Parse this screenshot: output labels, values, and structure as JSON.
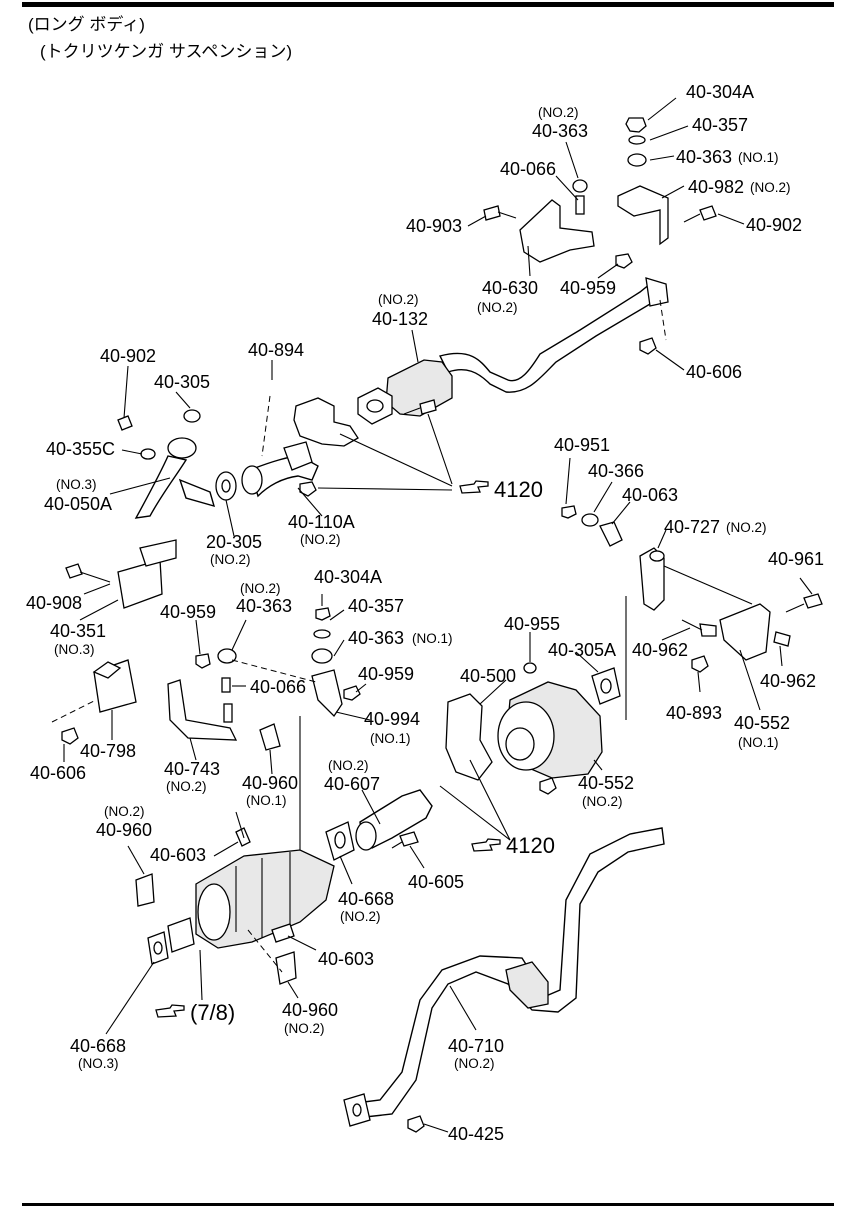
{
  "header": {
    "line1": "(ロング ボディ)",
    "line2": "(トクリツケンガ サスペンション)"
  },
  "labels": {
    "p40_304A_top": "40-304A",
    "p40_357_top": "40-357",
    "p40_363_no1_top": "40-363",
    "p40_363_no1_top_sub": "(NO.1)",
    "p40_982": "40-982",
    "p40_982_sub": "(NO.2)",
    "p40_363_no2_top_sub": "(NO.2)",
    "p40_363_no2_top": "40-363",
    "p40_066_top": "40-066",
    "p40_903": "40-903",
    "p40_902_right": "40-902",
    "p40_630": "40-630",
    "p40_630_sub": "(NO.2)",
    "p40_959_top": "40-959",
    "p40_132_sub": "(NO.2)",
    "p40_132": "40-132",
    "p40_606_top": "40-606",
    "p40_902_left": "40-902",
    "p40_305": "40-305",
    "p40_894": "40-894",
    "p40_355C": "40-355C",
    "p40_050A_sub": "(NO.3)",
    "p40_050A": "40-050A",
    "ref4120_top": "4120",
    "p40_110A": "40-110A",
    "p40_110A_sub": "(NO.2)",
    "p20_305": "20-305",
    "p20_305_sub": "(NO.2)",
    "p40_951": "40-951",
    "p40_366": "40-366",
    "p40_063": "40-063",
    "p40_727": "40-727",
    "p40_727_sub": "(NO.2)",
    "p40_961": "40-961",
    "p40_908": "40-908",
    "p40_351": "40-351",
    "p40_351_sub": "(NO.3)",
    "p40_363_no2_mid_sub": "(NO.2)",
    "p40_363_no2_mid": "40-363",
    "p40_304A_mid": "40-304A",
    "p40_357_mid": "40-357",
    "p40_959_mid": "40-959",
    "p40_363_no1_mid": "40-363",
    "p40_363_no1_mid_sub": "(NO.1)",
    "p40_955": "40-955",
    "p40_305A": "40-305A",
    "p40_962_a": "40-962",
    "p40_962_b": "40-962",
    "p40_066_mid": "40-066",
    "p40_959_mid2": "40-959",
    "p40_500": "40-500",
    "p40_893": "40-893",
    "p40_552_no1": "40-552",
    "p40_552_no1_sub": "(NO.1)",
    "p40_798": "40-798",
    "p40_994": "40-994",
    "p40_994_sub": "(NO.1)",
    "p40_606_mid": "40-606",
    "p40_743": "40-743",
    "p40_743_sub": "(NO.2)",
    "p40_960_no1": "40-960",
    "p40_960_no1_sub": "(NO.1)",
    "p40_607_sub": "(NO.2)",
    "p40_607": "40-607",
    "p40_552_no2": "40-552",
    "p40_552_no2_sub": "(NO.2)",
    "p40_960_no2_top_sub": "(NO.2)",
    "p40_960_no2_top": "40-960",
    "p40_603_top": "40-603",
    "ref4120_bottom": "4120",
    "p40_605": "40-605",
    "p40_668_no2": "40-668",
    "p40_668_no2_sub": "(NO.2)",
    "p40_603_bottom": "40-603",
    "ref78": "(7/8)",
    "p40_960_no2_bottom": "40-960",
    "p40_960_no2_bottom_sub": "(NO.2)",
    "p40_668_no3": "40-668",
    "p40_668_no3_sub": "(NO.3)",
    "p40_710": "40-710",
    "p40_710_sub": "(NO.2)",
    "p40_425": "40-425"
  },
  "icons": {
    "pointing_hand": "pointing-hand-icon"
  },
  "colors": {
    "ink": "#000000",
    "paper": "#ffffff"
  }
}
